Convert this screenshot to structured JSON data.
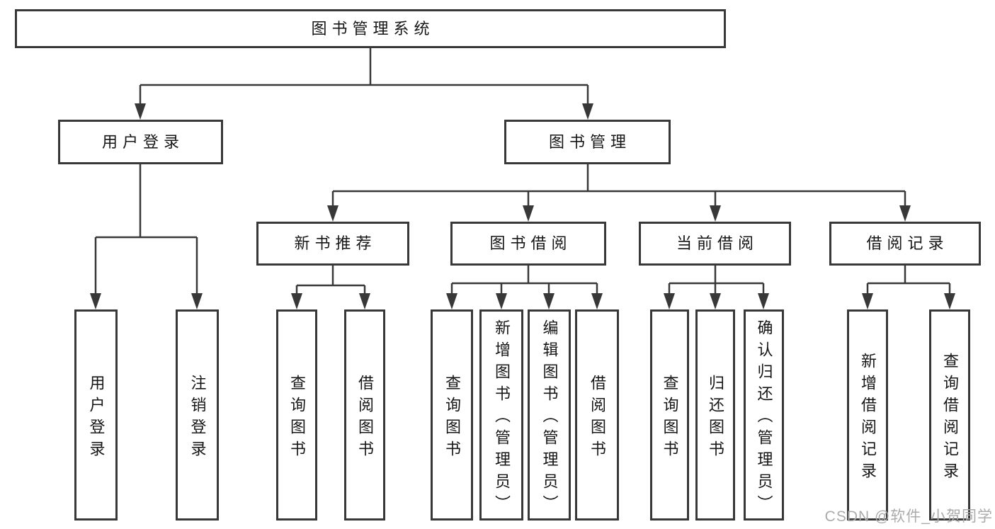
{
  "tree": {
    "root": {
      "label": "图书管理系统",
      "children": [
        {
          "label": "用户登录",
          "children": [
            {
              "label": "用户登录"
            },
            {
              "label": "注销登录"
            }
          ]
        },
        {
          "label": "图书管理",
          "children": [
            {
              "label": "新书推荐",
              "children": [
                {
                  "label": "查询图书"
                },
                {
                  "label": "借阅图书"
                }
              ]
            },
            {
              "label": "图书借阅",
              "children": [
                {
                  "label": "查询图书"
                },
                {
                  "label": "新增图书（管理员）"
                },
                {
                  "label": "编辑图书（管理员）"
                },
                {
                  "label": "借阅图书"
                }
              ]
            },
            {
              "label": "当前借阅",
              "children": [
                {
                  "label": "查询图书"
                },
                {
                  "label": "归还图书"
                },
                {
                  "label": "确认归还（管理员）"
                }
              ]
            },
            {
              "label": "借阅记录",
              "children": [
                {
                  "label": "新增借阅记录"
                },
                {
                  "label": "查询借阅记录"
                }
              ]
            }
          ]
        }
      ]
    }
  },
  "watermark": {
    "text": "CSDN @软件_小贺同学"
  },
  "colors": {
    "line": "#383838",
    "box_border": "#383838",
    "text": "#161616",
    "watermark": "#ababab",
    "background": "#ffffff"
  }
}
